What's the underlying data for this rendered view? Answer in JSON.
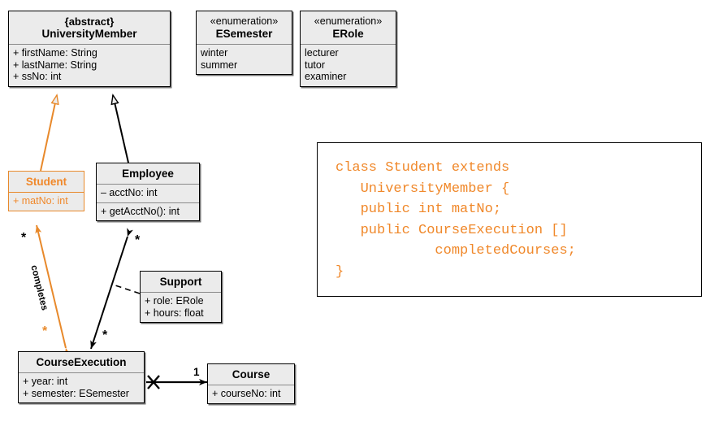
{
  "diagram": {
    "title": "UML class diagram with Java code snippet",
    "colors": {
      "highlight": "#f0882a",
      "box_fill": "#ebebeb",
      "box_border": "#000000",
      "code_text": "#f0882a",
      "background": "#ffffff"
    }
  },
  "classes": {
    "university_member": {
      "stereotype": "{abstract}",
      "name": "UniversityMember",
      "attributes": [
        "+ firstName: String",
        "+ lastName: String",
        "+ ssNo: int"
      ]
    },
    "esemester": {
      "stereotype": "«enumeration»",
      "name": "ESemester",
      "literals": [
        "winter",
        "summer"
      ]
    },
    "erole": {
      "stereotype": "«enumeration»",
      "name": "ERole",
      "literals": [
        "lecturer",
        "tutor",
        "examiner"
      ]
    },
    "student": {
      "name": "Student",
      "attributes": [
        "+ matNo: int"
      ],
      "highlighted": true
    },
    "employee": {
      "name": "Employee",
      "attributes": [
        "– acctNo: int"
      ],
      "operations": [
        "+ getAcctNo(): int"
      ]
    },
    "support": {
      "name": "Support",
      "attributes": [
        "+ role: ERole",
        "+ hours: float"
      ]
    },
    "course_execution": {
      "name": "CourseExecution",
      "attributes": [
        "+ year: int",
        "+ semester: ESemester"
      ]
    },
    "course": {
      "name": "Course",
      "attributes": [
        "+ courseNo: int"
      ]
    }
  },
  "associations": {
    "completes": {
      "label": "completes",
      "source_multiplicity": "*",
      "target_multiplicity": "*"
    },
    "support_link": {
      "source_multiplicity": "*",
      "target_multiplicity": "*"
    },
    "course_link": {
      "target_multiplicity": "1"
    }
  },
  "code": {
    "language": "java",
    "text": "class Student extends\n   UniversityMember {\n   public int matNo;\n   public CourseExecution []\n            completedCourses;\n}"
  }
}
